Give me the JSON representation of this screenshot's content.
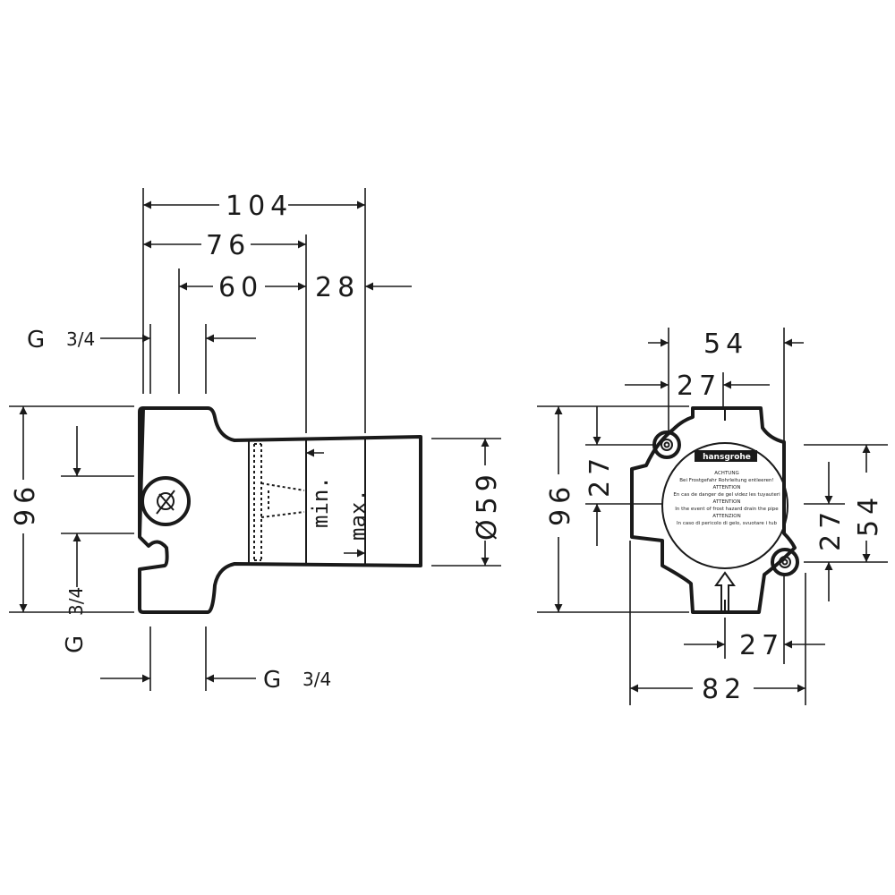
{
  "side_view": {
    "dim_overall_length": "104",
    "dim_to_min": "76",
    "dim_port_to_min": "60",
    "dim_depth_range": "28",
    "dim_height": "96",
    "dim_diameter": "Ø59",
    "label_min": "min.",
    "label_max": "max.",
    "thread_top": {
      "letter": "G",
      "fraction": "3/4"
    },
    "thread_left": {
      "letter": "G",
      "fraction": "3/4"
    },
    "thread_bottom": {
      "letter": "G",
      "fraction": "3/4"
    }
  },
  "front_view": {
    "dim_top_width": "54",
    "dim_top_half": "27",
    "dim_height": "96",
    "dim_left_offset": "27",
    "dim_right_height": "54",
    "dim_right_offset": "27",
    "dim_bottom_offset": "27",
    "dim_overall_width": "82",
    "brand": "hansgrohe",
    "warning_lines": [
      "ACHTUNG",
      "Bei Frostgefahr Rohrleitung entleeren!",
      "ATTENTION",
      "En cas de danger de gel videz les tuyauteri",
      "ATTENTION",
      "In the event of frost hazard drain the pipe",
      "ATTENZION",
      "In caso di pericolo di gelo, svuotare i tub"
    ]
  },
  "colors": {
    "ink": "#1a1a1a",
    "background": "#ffffff"
  }
}
